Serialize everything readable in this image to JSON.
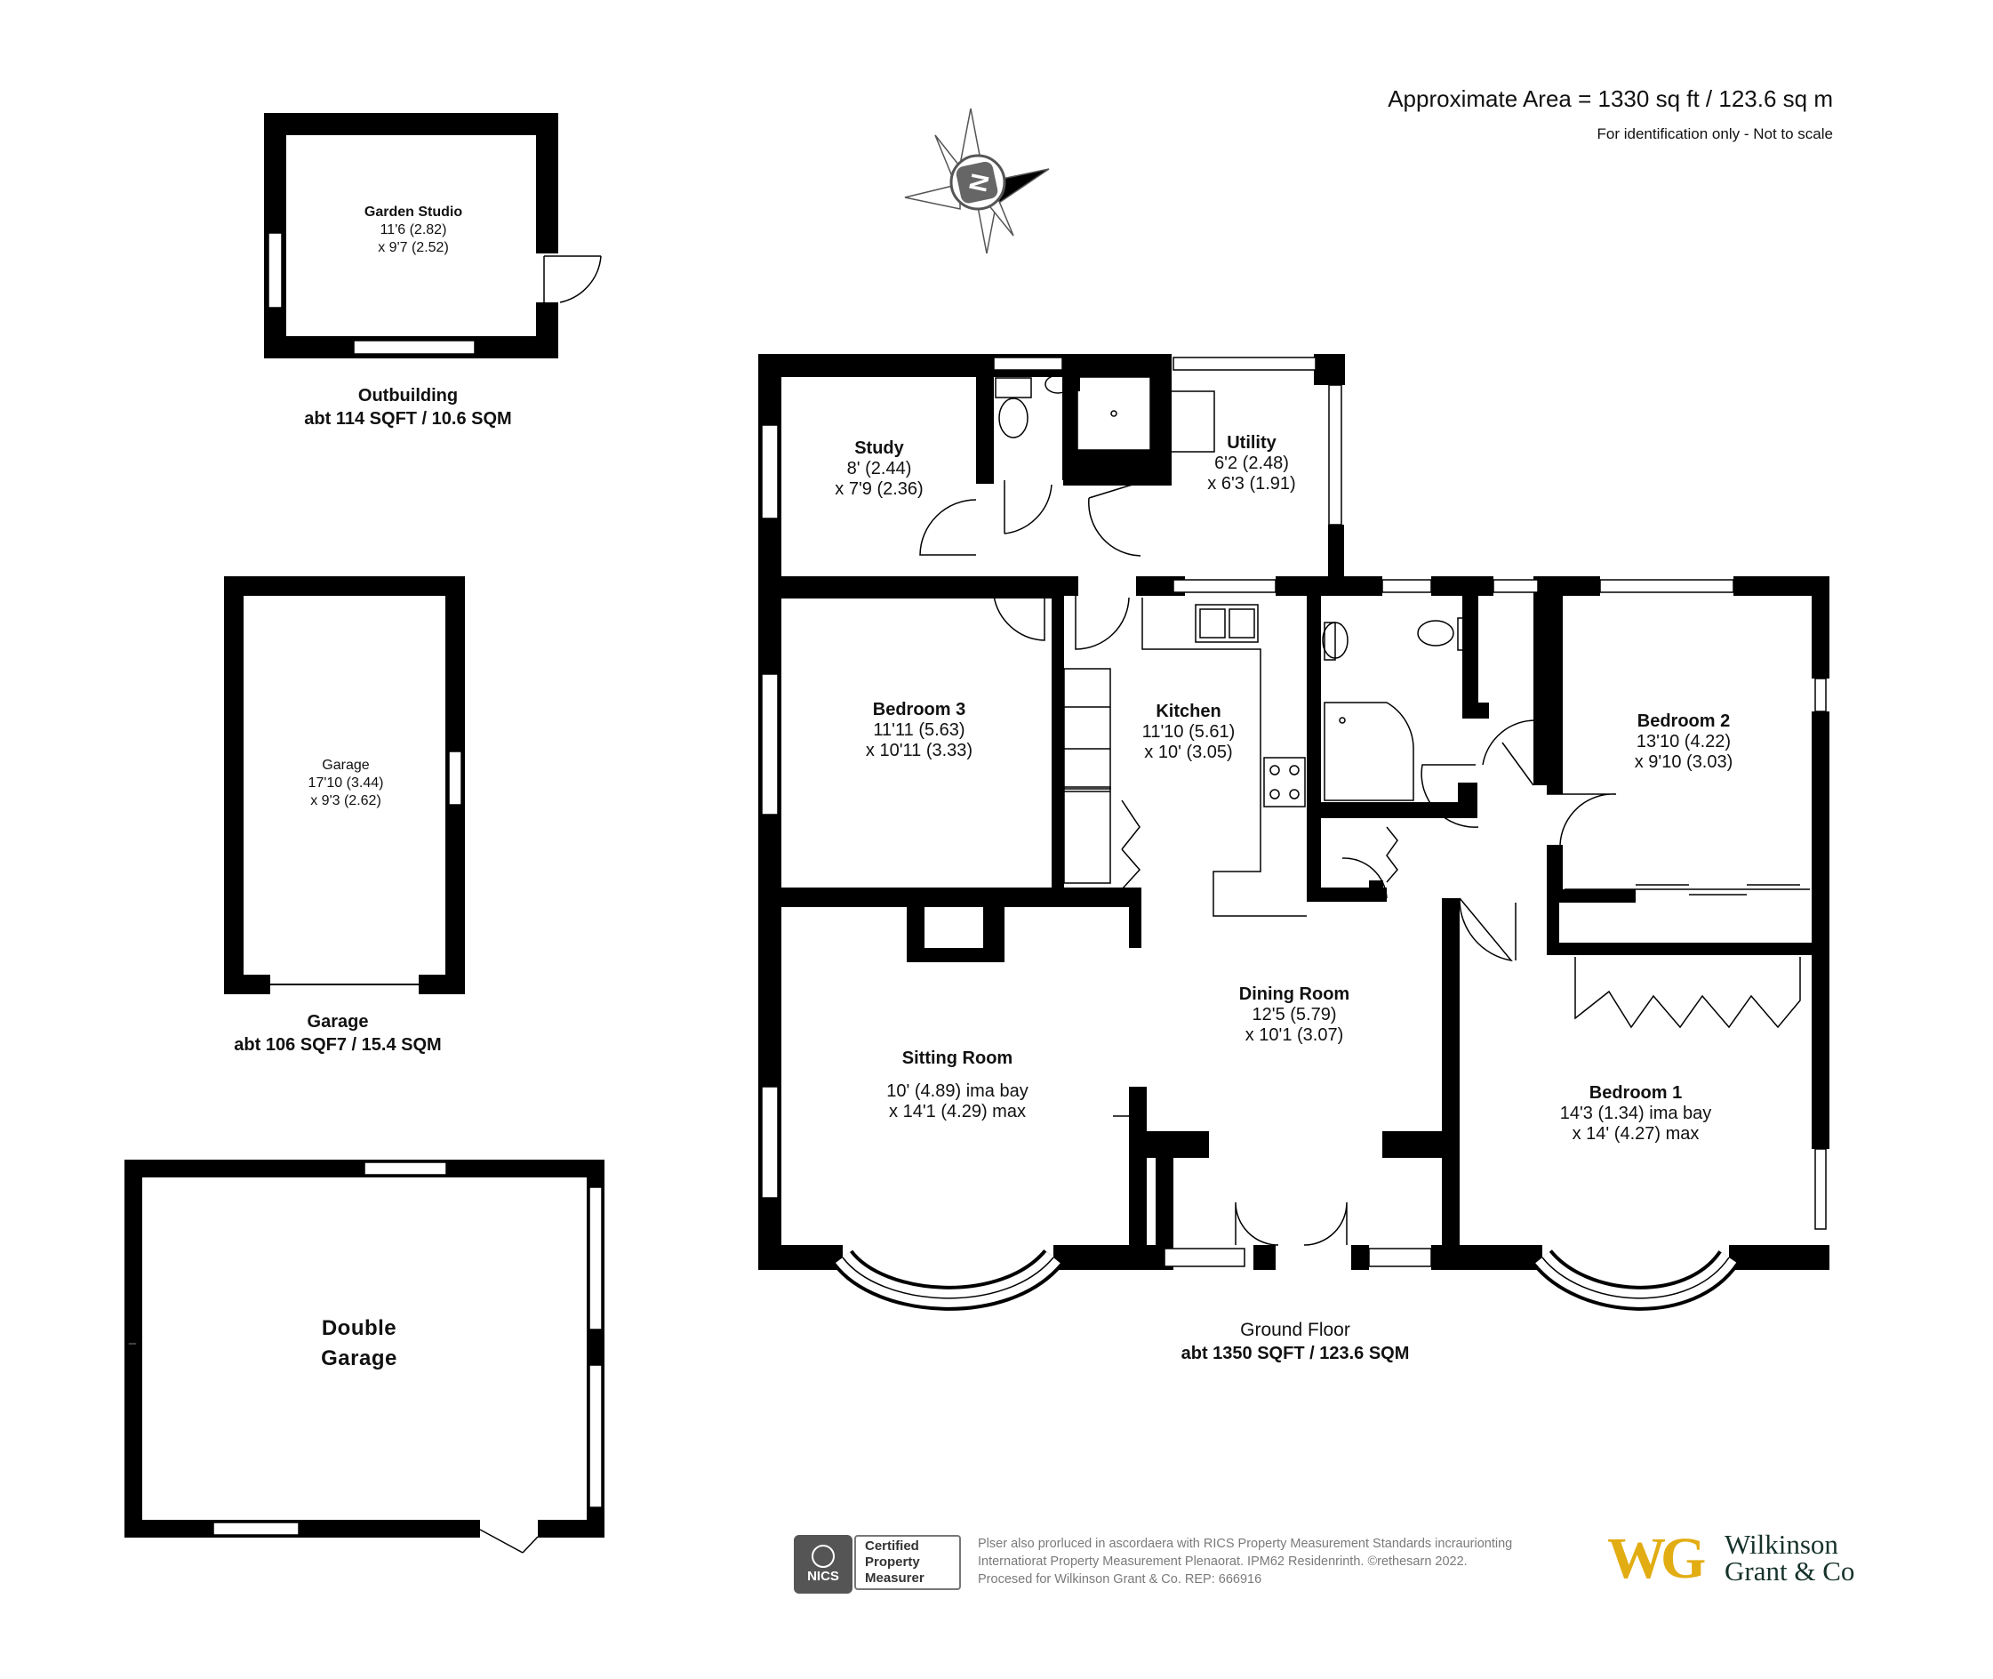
{
  "header": {
    "approximate_area": "Approximate Area = 1330 sq ft / 123.6 sq m",
    "disclaimer": "For identification only - Not to scale"
  },
  "compass": {
    "label": "N",
    "icon": "compass-rose-icon"
  },
  "outbuilding": {
    "room": {
      "name": "Garden Studio",
      "dim1": "11'6 (2.82)",
      "dim2": "x 9'7 (2.52)"
    },
    "caption_title": "Outbuilding",
    "caption_area": "abt 114 SQFT / 10.6 SQM"
  },
  "garage": {
    "room": {
      "name": "Garage",
      "dim1": "17'10 (3.44)",
      "dim2": "x 9'3 (2.62)"
    },
    "caption_title": "Garage",
    "caption_area": "abt 106 SQF7 / 15.4 SQM"
  },
  "double_garage": {
    "line1": "Double",
    "line2": "Garage"
  },
  "ground_floor": {
    "caption_title": "Ground Floor",
    "caption_area": "abt 1350 SQFT / 123.6 SQM",
    "rooms": {
      "study": {
        "name": "Study",
        "dim1": "8' (2.44)",
        "dim2": "x 7'9 (2.36)"
      },
      "utility": {
        "name": "Utility",
        "dim1": "6'2 (2.48)",
        "dim2": "x 6'3 (1.91)"
      },
      "bedroom3": {
        "name": "Bedroom 3",
        "dim1": "11'11 (5.63)",
        "dim2": "x 10'11 (3.33)"
      },
      "kitchen": {
        "name": "Kitchen",
        "dim1": "11'10 (5.61)",
        "dim2": "x 10' (3.05)"
      },
      "bedroom2": {
        "name": "Bedroom 2",
        "dim1": "13'10 (4.22)",
        "dim2": "x 9'10 (3.03)"
      },
      "dining": {
        "name": "Dining Room",
        "dim1": "12'5 (5.79)",
        "dim2": "x 10'1 (3.07)"
      },
      "sitting": {
        "name": "Sitting Room",
        "dim1": "10' (4.89) ima bay",
        "dim2": "x 14'1 (4.29) max"
      },
      "bedroom1": {
        "name": "Bedroom 1",
        "dim1": "14'3 (1.34) ima bay",
        "dim2": "x 14' (4.27) max"
      }
    }
  },
  "footer": {
    "badge_short": "NICS",
    "badge_line1": "Certified",
    "badge_line2": "Property",
    "badge_line3": "Measurer",
    "text_line1": "Plser also prorluced in ascordaera with RICS Property Measurement Standards incraurionting",
    "text_line2": "Internatiorat Property Measurement Plenaorat. IPM62 Residenrinth.   ©rethesarn 2022.",
    "text_line3": "Procesed for Wilkinson Grant & Co.   REP: 666916",
    "brand_mark": "WG",
    "brand_line1": "Wilkinson",
    "brand_line2": "Grant & Co"
  },
  "colors": {
    "wall": "#000000",
    "window": "#ffffff",
    "brand_gold": "#e2ad13",
    "brand_green": "#15322b",
    "footer_gray": "#7a7a7a"
  }
}
